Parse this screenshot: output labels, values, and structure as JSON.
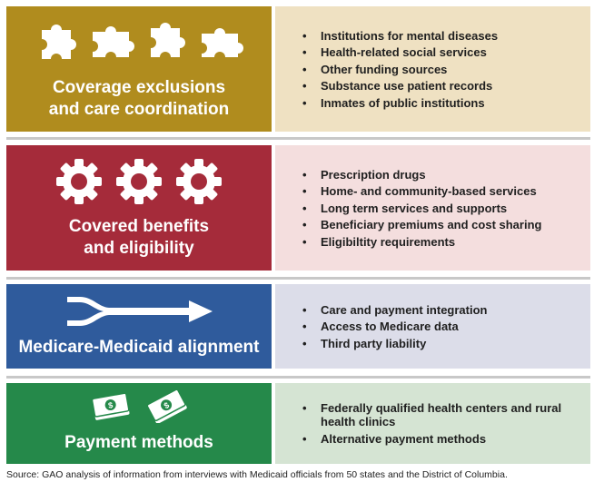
{
  "sections": [
    {
      "title_lines": [
        "Coverage exclusions",
        "and care coordination"
      ],
      "left_color": "#b08c1e",
      "right_color": "#efe1c2",
      "icon": "puzzle-piece-icon",
      "items": [
        "Institutions for mental diseases",
        "Health-related social services",
        "Other funding sources",
        "Substance use patient records",
        "Inmates of public institutions"
      ]
    },
    {
      "title_lines": [
        "Covered benefits",
        "and eligibility"
      ],
      "left_color": "#a52b3a",
      "right_color": "#f4dede",
      "icon": "gear-icon",
      "items": [
        "Prescription drugs",
        "Home- and community-based services",
        "Long term services and supports",
        "Beneficiary premiums and cost sharing",
        "Eligibiltity requirements"
      ]
    },
    {
      "title_lines": [
        "Medicare-Medicaid alignment"
      ],
      "left_color": "#2f5b9c",
      "right_color": "#dcdde9",
      "icon": "merge-arrow-icon",
      "items": [
        "Care and payment integration",
        "Access to Medicare data",
        "Third party liability"
      ]
    },
    {
      "title_lines": [
        "Payment methods"
      ],
      "left_color": "#25894a",
      "right_color": "#d5e4d3",
      "icon": "dollar-bill-icon",
      "items": [
        "Federally qualified health centers and rural health clinics",
        "Alternative payment methods"
      ]
    }
  ],
  "source": "Source: GAO analysis of information from interviews with Medicaid officials from 50 states and the District of Columbia."
}
